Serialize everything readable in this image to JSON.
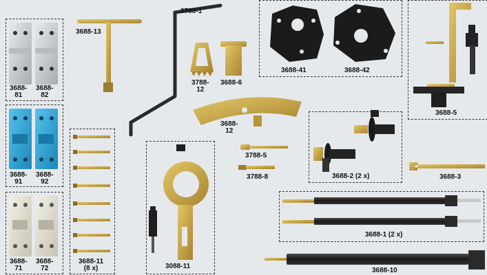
{
  "colors": {
    "background": "#e6e9ec",
    "aluminium": "#c9ccce",
    "blue_anodized": "#2aa6d9",
    "brass": "#c9a547",
    "black_part": "#1c1c1c",
    "dashed_border": "#333333"
  },
  "labels": {
    "l_3688_81": "3688-\n81",
    "l_3688_82": "3688-\n82",
    "l_3688_91": "3688-\n91",
    "l_3688_92": "3688-\n92",
    "l_3688_71": "3688-\n71",
    "l_3688_72": "3688-\n72",
    "l_3688_13": "3688-13",
    "l_3788_1": "3788-1",
    "l_3788_12a": "3788-\n12",
    "l_3688_6": "3688-6",
    "l_3688_41": "3688-41",
    "l_3688_42": "3688-42",
    "l_3688_5": "3688-5",
    "l_3688_12": "3688-\n12",
    "l_3788_5": "3788-5",
    "l_3788_8": "3788-8",
    "l_3688_2": "3688-2 (2 x)",
    "l_3688_3": "3688-3",
    "l_3688_11": "3688-11\n(8 x)",
    "l_3088_11": "3088-11",
    "l_3688_1": "3688-1 (2 x)",
    "l_3688_10": "3688-10"
  }
}
